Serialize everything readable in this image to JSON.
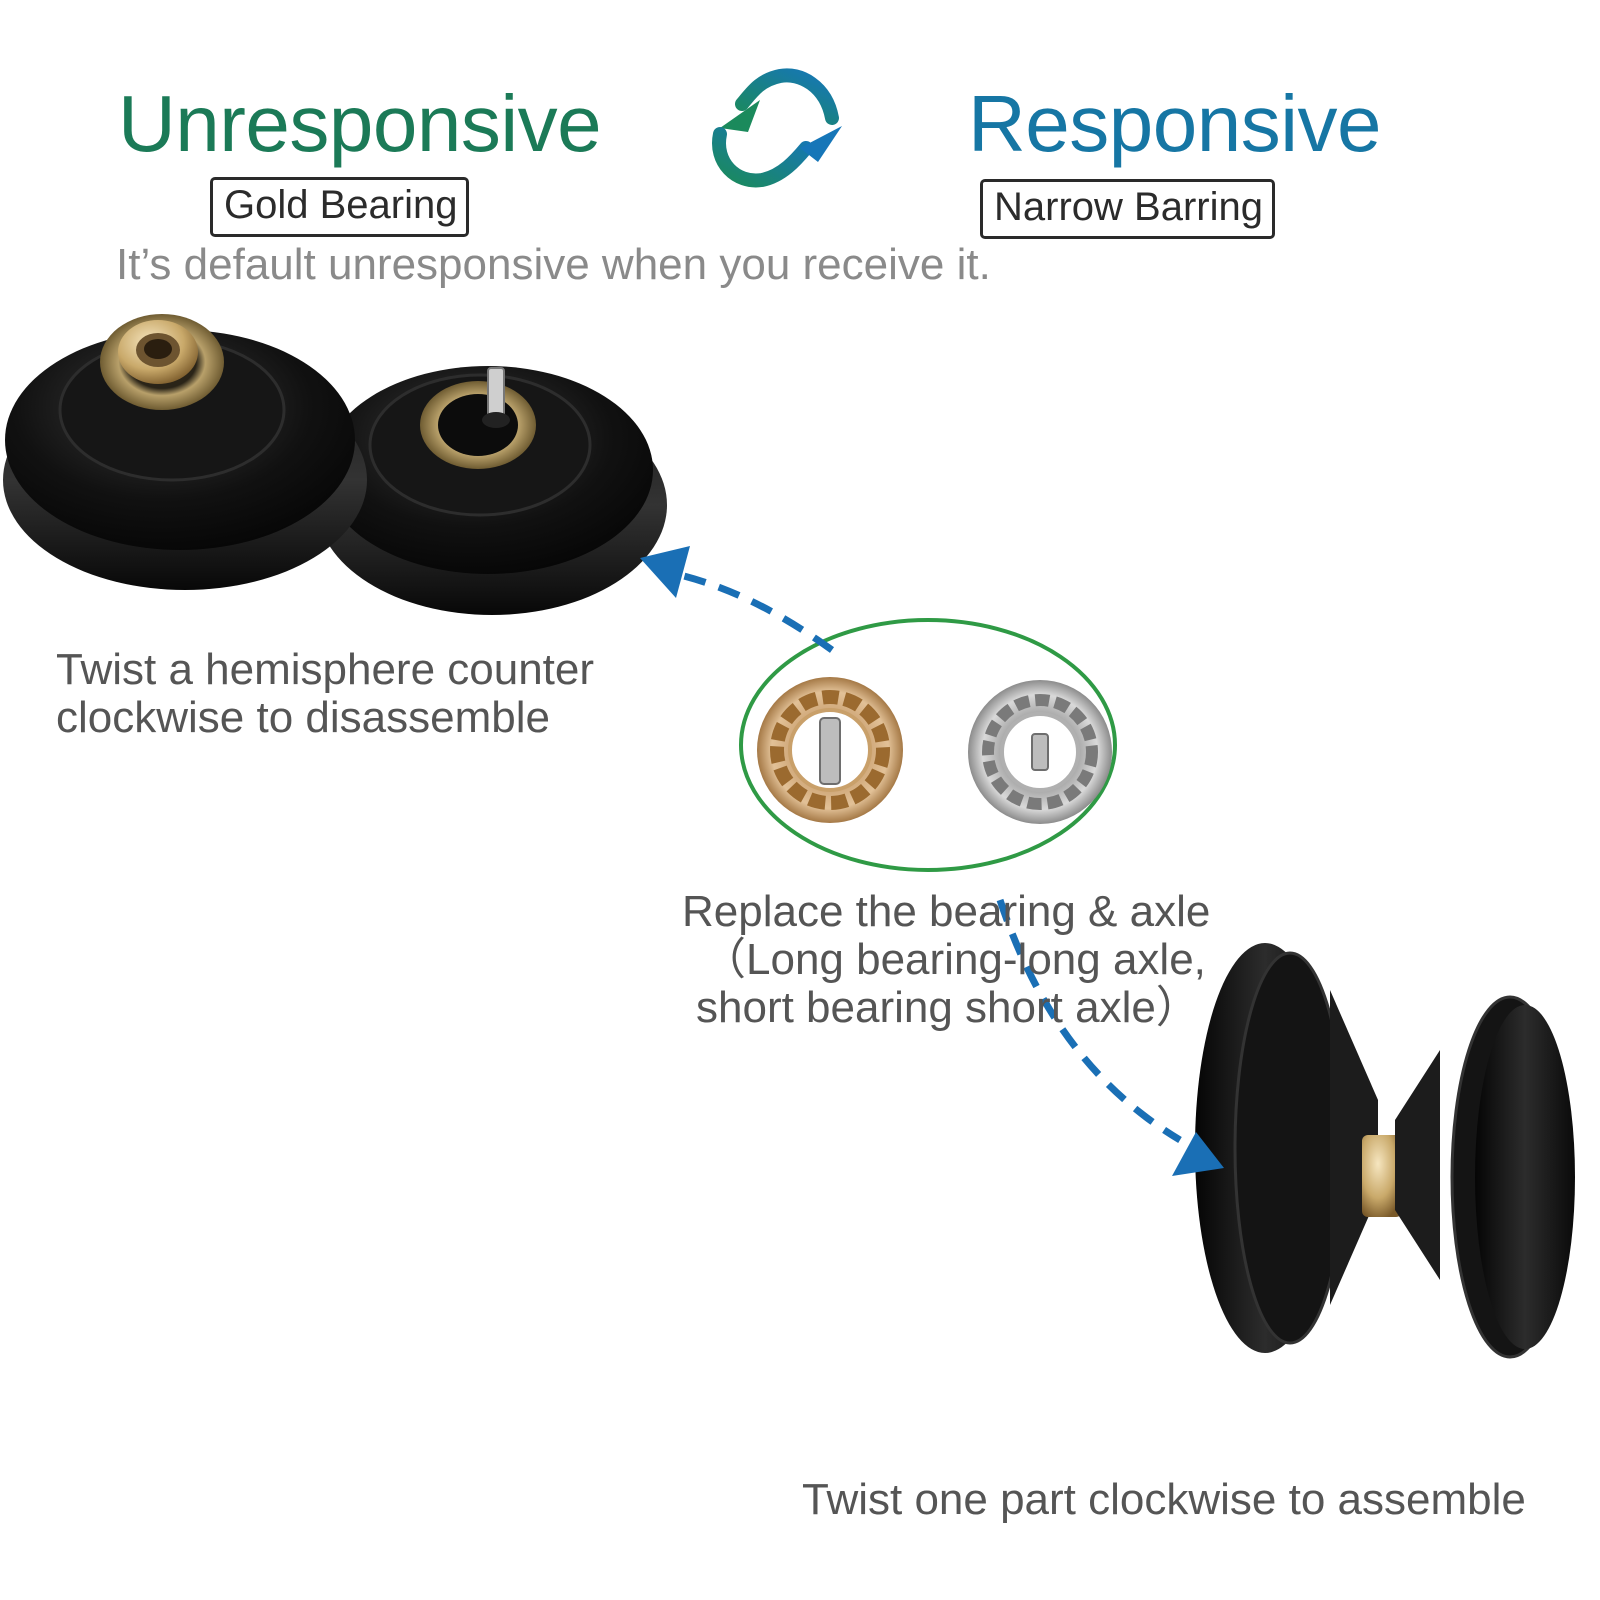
{
  "colors": {
    "unresponsive": "#1b7a57",
    "responsive": "#1676a4",
    "arrow_blue": "#1a6fb5",
    "circle_green": "#2f9a45"
  },
  "header": {
    "unresponsive_title": "Unresponsive",
    "unresponsive_tag": "Gold Bearing",
    "responsive_title": "Responsive",
    "responsive_tag": "Narrow Barring",
    "swap_icon": "swap-arrows-icon",
    "default_note": "It’s default unresponsive when you receive it."
  },
  "steps": {
    "disassemble": [
      "Twist a hemisphere counter",
      "clockwise to disassemble"
    ],
    "replace": [
      "Replace the bearing & axle",
      "（Long bearing-long axle,",
      "short bearing short axle）"
    ],
    "assemble": "Twist one part clockwise to assemble"
  },
  "illustrations": {
    "halves": "yoyo-halves-image",
    "bearings": "bearings-image",
    "assembled": "assembled-yoyo-image"
  }
}
